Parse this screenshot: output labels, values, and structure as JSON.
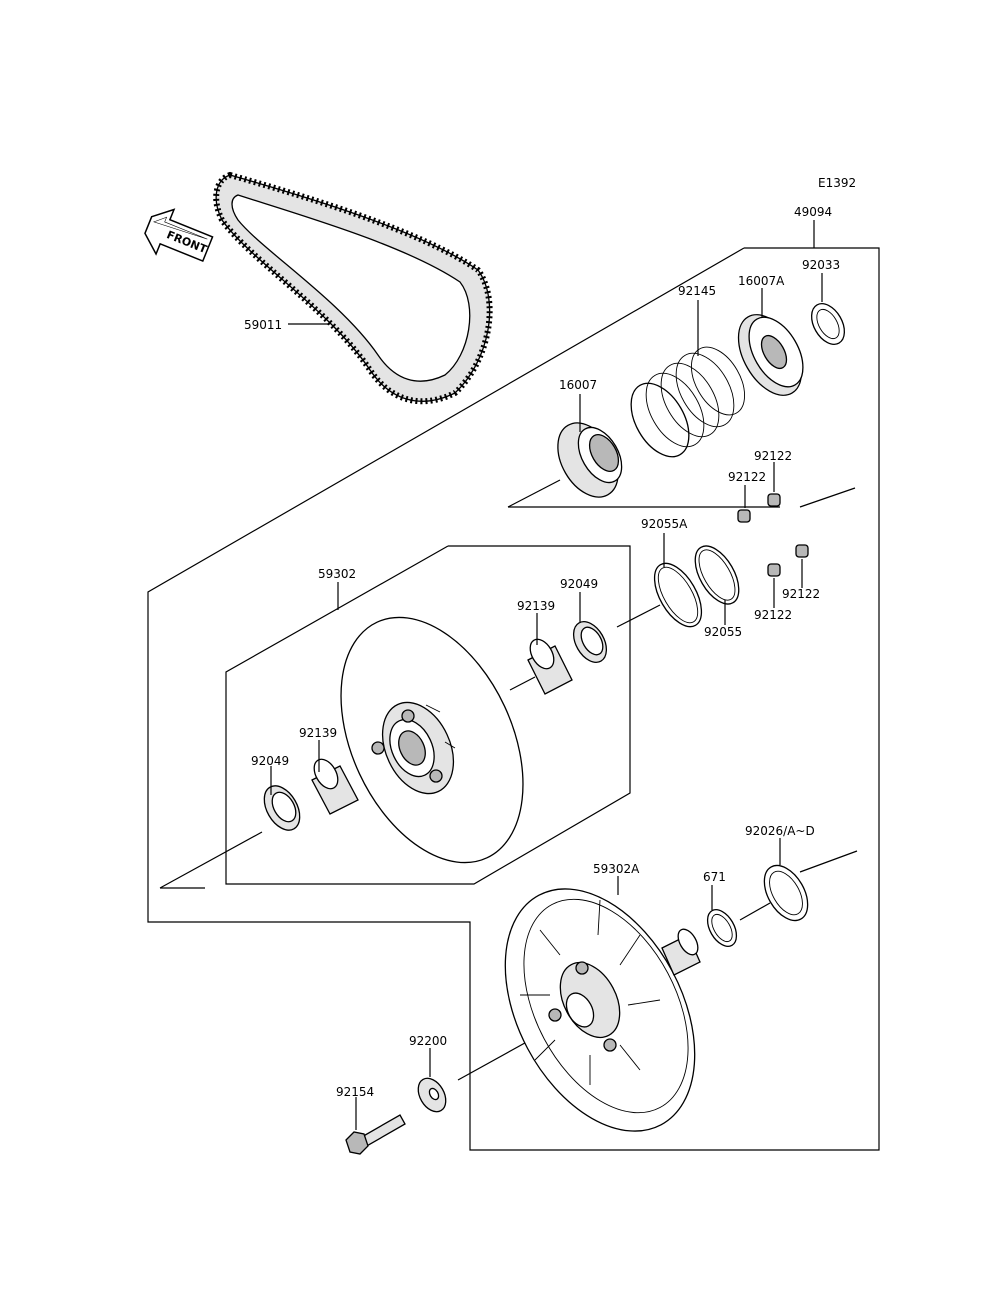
{
  "diagram": {
    "code": "E1392",
    "front_label": "FRONT",
    "labels": {
      "belt": "59011",
      "assembly": "49094",
      "retainer": "92033",
      "cam": "16007A",
      "spring": "92145",
      "cam_lower": "16007",
      "slider_a": "92122",
      "slider_b": "92122",
      "slider_c": "92122",
      "slider_d": "92122",
      "oring_a": "92055A",
      "oring_b": "92055",
      "movable_sheave": "59302",
      "seal_upper": "92049",
      "bushing_upper": "92139",
      "bushing_lower": "92139",
      "seal_lower": "92049",
      "shim": "92026/A~D",
      "fixed_sheave": "59302A",
      "oring_671": "671",
      "washer": "92200",
      "bolt": "92154"
    }
  }
}
